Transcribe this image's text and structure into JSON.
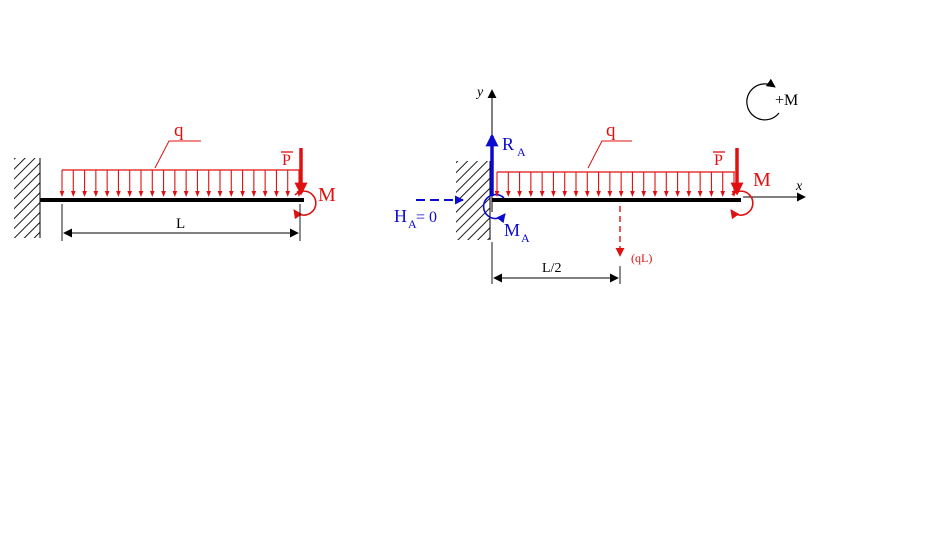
{
  "colors": {
    "ink": "#000000",
    "load": "#e01010",
    "reaction": "#0a0ad0"
  },
  "left_diagram": {
    "load_label": "q",
    "force_label": "P",
    "moment_label": "M",
    "length_label": "L"
  },
  "right_diagram": {
    "axis_y_label": "y",
    "axis_x_label": "x",
    "vertical_reaction": {
      "symbol": "R",
      "subscript": "A"
    },
    "horizontal_reaction": {
      "symbol": "H",
      "subscript": "A",
      "value": "= 0"
    },
    "support_moment": {
      "symbol": "M",
      "subscript": "A"
    },
    "load_label": "q",
    "force_label": "P",
    "moment_label": "M",
    "resultant_label": "(qL)",
    "half_length_label": "L/2"
  },
  "sign_convention": {
    "label": "+M"
  }
}
